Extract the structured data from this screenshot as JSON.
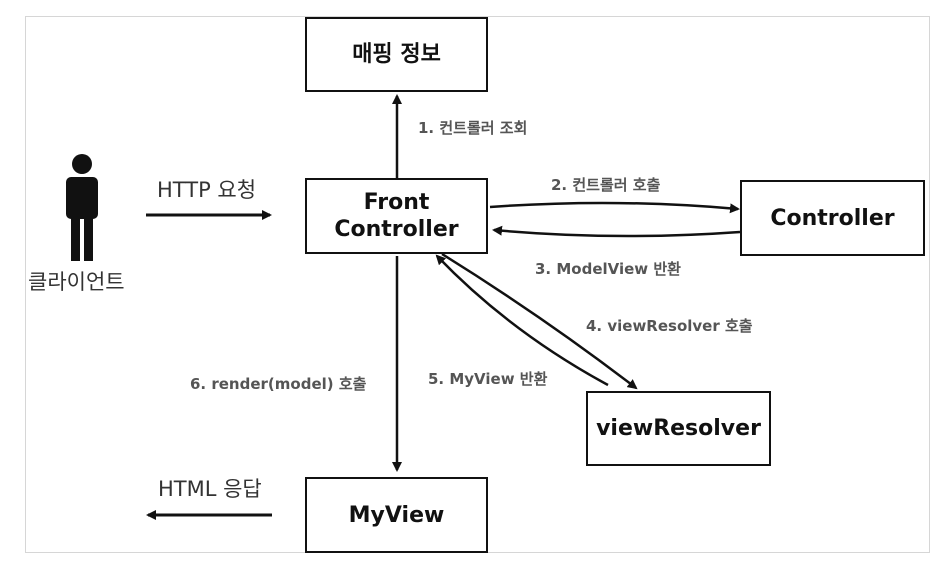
{
  "diagram": {
    "boxes": {
      "mapping_info": "매핑 정보",
      "front_controller_line1": "Front",
      "front_controller_line2": "Controller",
      "controller": "Controller",
      "view_resolver": "viewResolver",
      "my_view": "MyView"
    },
    "actor": {
      "label": "클라이언트"
    },
    "labels": {
      "http_request": "HTTP 요청",
      "html_response": "HTML 응답",
      "step1": "1. 컨트롤러 조회",
      "step2": "2. 컨트롤러 호출",
      "step3": "3. ModelView 반환",
      "step4": "4. viewResolver 호출",
      "step5": "5. MyView 반환",
      "step6": "6. render(model) 호출"
    }
  }
}
